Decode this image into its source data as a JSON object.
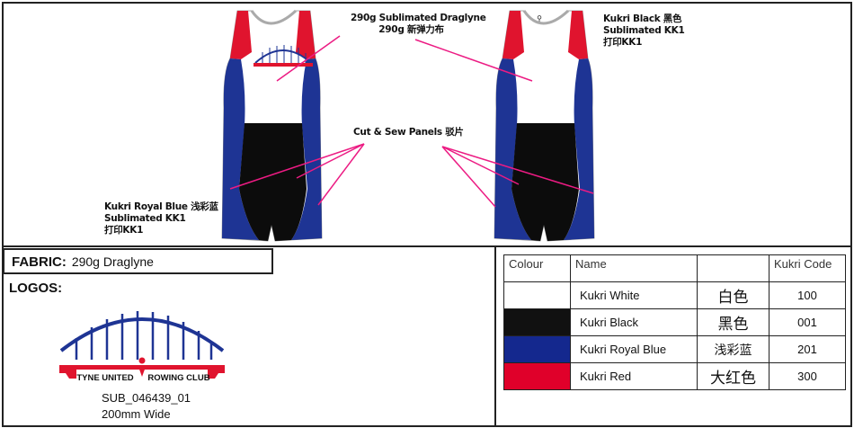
{
  "callouts": {
    "fabric_en": "290g Sublimated Draglyne",
    "fabric_cn": "290g 新弹力布",
    "panels": "Cut & Sew Panels  驳片",
    "left": [
      "Kukri Royal Blue  浅彩蓝",
      "Sublimated KK1",
      "打印KK1"
    ],
    "right": [
      "Kukri Black   黑色",
      "Sublimated KK1",
      "打印KK1"
    ]
  },
  "fabric": {
    "label": "FABRIC:",
    "value": "290g Draglyne"
  },
  "logos": {
    "label": "LOGOS:",
    "logo_text_left": "TYNE UNITED",
    "logo_text_right": "ROWING CLUB",
    "code": "SUB_046439_01",
    "width": "200mm Wide"
  },
  "colour_table": {
    "headers": [
      "Colour",
      "Name",
      "",
      "Kukri Code"
    ],
    "rows": [
      {
        "swatch": "#ffffff",
        "name": "Kukri White",
        "cn": "白色",
        "code": "100"
      },
      {
        "swatch": "#111111",
        "name": "Kukri Black",
        "cn": "黑色",
        "code": "001"
      },
      {
        "swatch": "#14288e",
        "name": "Kukri Royal Blue",
        "cn": "浅彩蓝",
        "code": "201"
      },
      {
        "swatch": "#e0002a",
        "name": "Kukri Red",
        "cn": "大红色",
        "code": "300"
      }
    ]
  },
  "colors": {
    "blue": "#1e3494",
    "red": "#e0142e",
    "black": "#0c0c0c",
    "pink": "#ec1b83"
  }
}
